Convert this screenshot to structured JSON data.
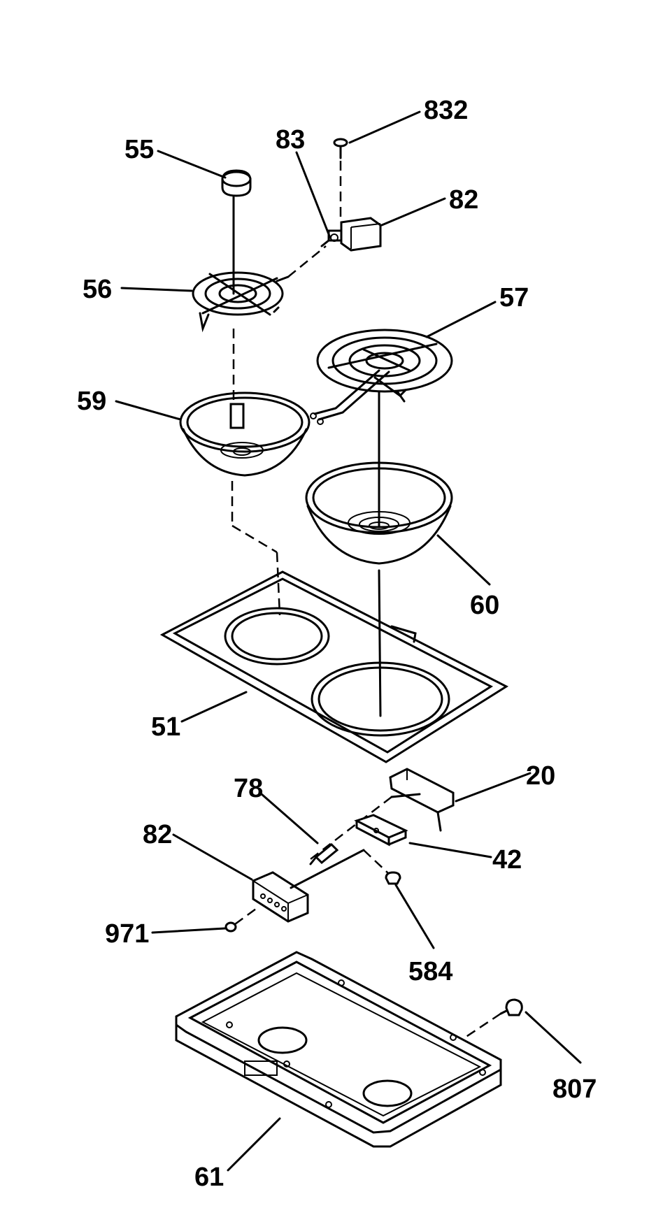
{
  "callouts": {
    "c832": "832",
    "c83": "83",
    "c55": "55",
    "c82a": "82",
    "c56": "56",
    "c57": "57",
    "c59": "59",
    "c60": "60",
    "c51": "51",
    "c20": "20",
    "c78": "78",
    "c82b": "82",
    "c42": "42",
    "c971": "971",
    "c584": "584",
    "c807": "807",
    "c61": "61"
  },
  "colors": {
    "ink": "#000000",
    "paper": "#ffffff"
  }
}
